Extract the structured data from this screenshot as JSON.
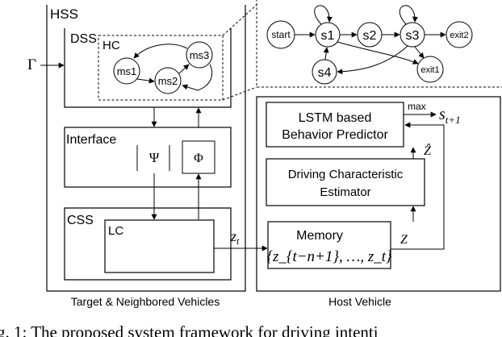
{
  "left": {
    "hss": "HSS",
    "dss": "DSS",
    "hc": "HC",
    "ms1": "ms1",
    "ms2": "ms2",
    "ms3": "ms3",
    "gamma": "Γ",
    "interface": "Interface",
    "psi": "Ψ",
    "phi": "Φ",
    "css": "CSS",
    "lc": "LC",
    "caption": "Target & Neighbored Vehicles"
  },
  "zt_label": {
    "main": "z",
    "sub": "t"
  },
  "states": {
    "start": "start",
    "s1": "s1",
    "s2": "s2",
    "s3": "s3",
    "s4": "s4",
    "exit1": "exit1",
    "exit2": "exit2"
  },
  "host": {
    "lstm_line1": "LSTM based",
    "lstm_line2": "Behavior Predictor",
    "max": "max",
    "s_next_main": "s",
    "s_next_sub": "t+1",
    "zhat": "Ẑ",
    "dce_line1": "Driving Characteristic",
    "dce_line2": "Estimator",
    "memory": "Memory",
    "memory_set": "{z_{t−n+1}, …, z_t}",
    "z_label": "Z",
    "caption": "Host Vehicle"
  },
  "figure_caption": "g. 1: The proposed system framework for driving intenti"
}
